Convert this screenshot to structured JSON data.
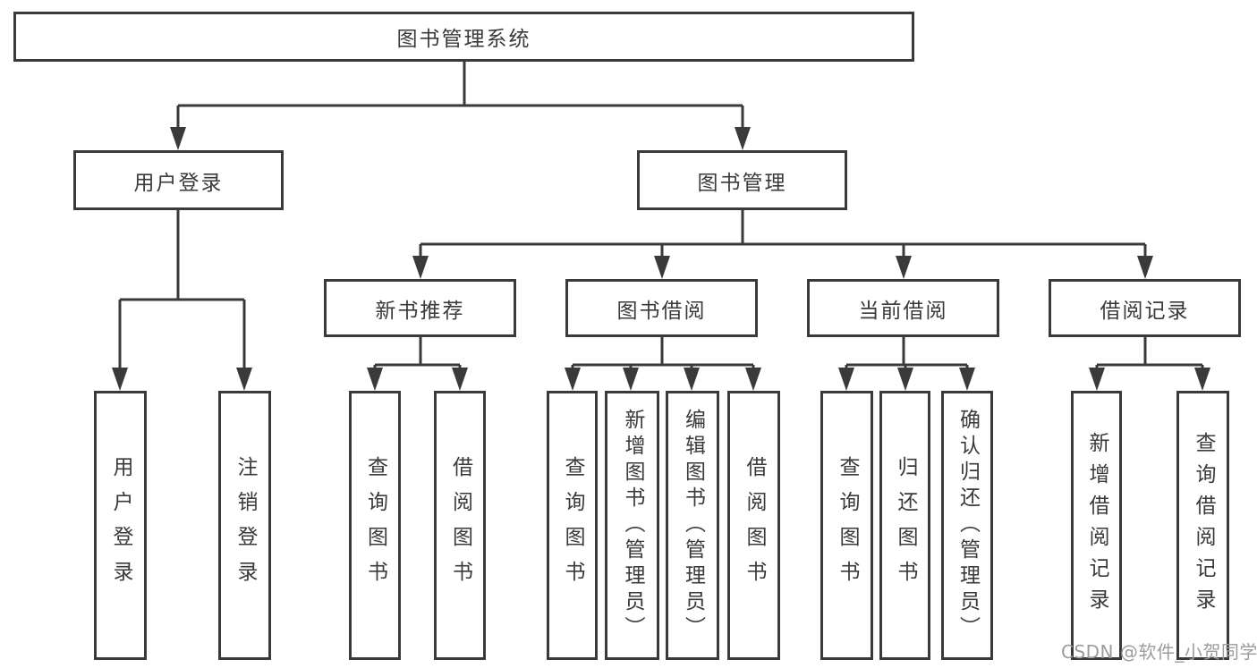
{
  "tree": {
    "label": "图书管理系统",
    "children": [
      {
        "label": "用户登录",
        "children": [
          {
            "label": "用户登录"
          },
          {
            "label": "注销登录"
          }
        ]
      },
      {
        "label": "图书管理",
        "children": [
          {
            "label": "新书推荐",
            "children": [
              {
                "label": "查询图书"
              },
              {
                "label": "借阅图书"
              }
            ]
          },
          {
            "label": "图书借阅",
            "children": [
              {
                "label": "查询图书"
              },
              {
                "label": "新增图书（管理员）"
              },
              {
                "label": "编辑图书（管理员）"
              },
              {
                "label": "借阅图书"
              }
            ]
          },
          {
            "label": "当前借阅",
            "children": [
              {
                "label": "查询图书"
              },
              {
                "label": "归还图书"
              },
              {
                "label": "确认归还（管理员）"
              }
            ]
          },
          {
            "label": "借阅记录",
            "children": [
              {
                "label": "新增借阅记录"
              },
              {
                "label": "查询借阅记录"
              }
            ]
          }
        ]
      }
    ]
  },
  "watermark": {
    "text": "CSDN @软件_小贺同学"
  },
  "colors": {
    "line": "#3a3a3a",
    "text": "#3a3a3a",
    "watermark": "#9c9c9c",
    "background": "#ffffff"
  }
}
